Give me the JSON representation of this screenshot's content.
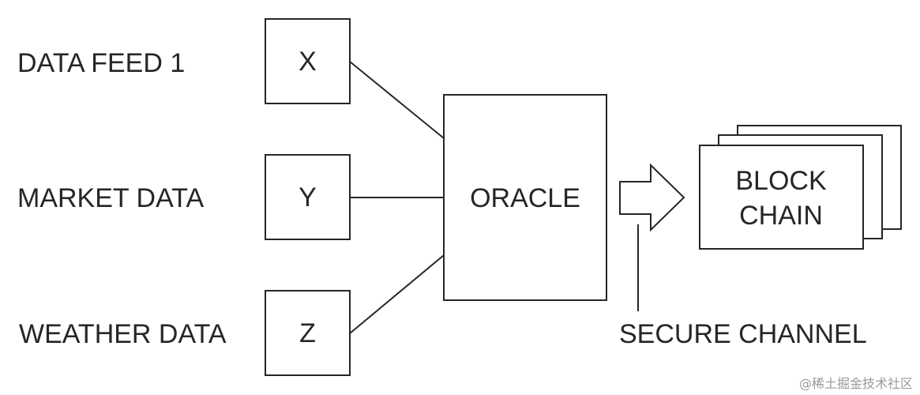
{
  "sources": [
    {
      "label": "DATA FEED 1",
      "box": "X"
    },
    {
      "label": "MARKET DATA",
      "box": "Y"
    },
    {
      "label": "WEATHER DATA",
      "box": "Z"
    }
  ],
  "oracle": {
    "label": "ORACLE"
  },
  "blockchain": {
    "line1": "BLOCK",
    "line2": "CHAIN"
  },
  "channel": {
    "label": "SECURE CHANNEL"
  },
  "watermark": "@稀土掘金技术社区",
  "colors": {
    "stroke": "#262626",
    "background": "#ffffff",
    "watermark": "#9a9a9a"
  }
}
